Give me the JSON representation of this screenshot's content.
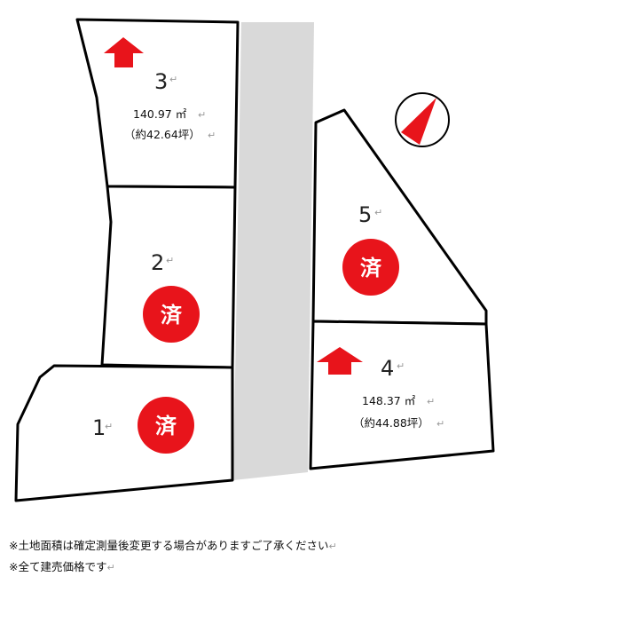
{
  "lots": [
    {
      "id": "lot-1",
      "number": "1",
      "sold": true
    },
    {
      "id": "lot-2",
      "number": "2",
      "sold": true
    },
    {
      "id": "lot-3",
      "number": "3",
      "sold": false,
      "area_sqm": "140.97 ㎡",
      "area_tsubo": "（約42.64坪）"
    },
    {
      "id": "lot-4",
      "number": "4",
      "sold": false,
      "area_sqm": "148.37 ㎡",
      "area_tsubo": "（約44.88坪）"
    },
    {
      "id": "lot-5",
      "number": "5",
      "sold": true
    }
  ],
  "sold_label": "済",
  "return_mark": "↵",
  "notes": [
    "※土地面積は確定測量後変更する場合がありますご了承ください",
    "※全て建売価格です"
  ],
  "colors": {
    "sold_badge": "#e8141b",
    "arrow": "#e8141b",
    "road": "#d9d9d9",
    "lot_border": "#000000"
  },
  "icons": {
    "north": "north-compass-icon",
    "entry": "entry-arrow-icon"
  }
}
